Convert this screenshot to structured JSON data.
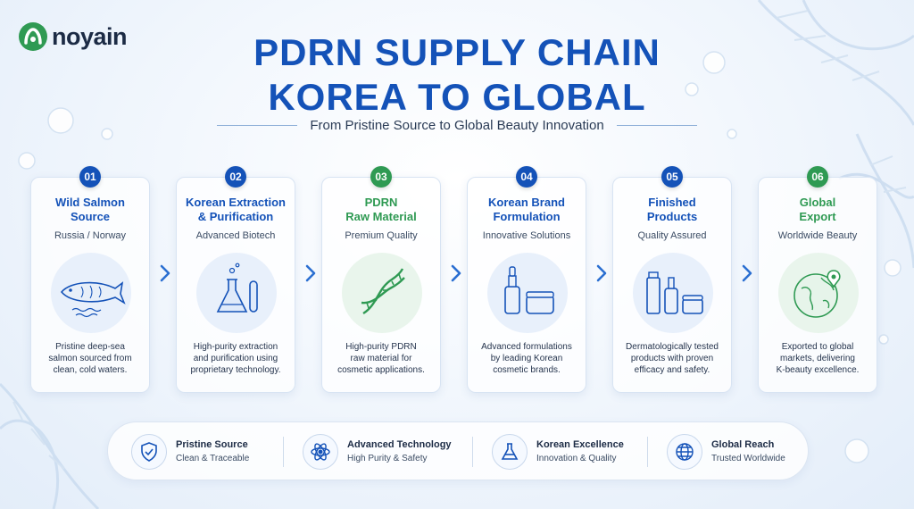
{
  "brand": {
    "name": "noyain"
  },
  "title": {
    "line1": "PDRN SUPPLY CHAIN",
    "line2": "KOREA TO GLOBAL"
  },
  "subtitle": "From Pristine Source to Global Beauty Innovation",
  "colors": {
    "blue": "#1452b8",
    "green": "#2f9a53",
    "dark": "#1c2b45"
  },
  "steps": [
    {
      "number": "01",
      "title1": "Wild Salmon",
      "title2": "Source",
      "subtitle": "Russia / Norway",
      "icon": "salmon-icon",
      "accent": "blue",
      "desc1": "Pristine deep-sea",
      "desc2": "salmon sourced from",
      "desc3": "clean, cold waters."
    },
    {
      "number": "02",
      "title1": "Korean Extraction",
      "title2": "& Purification",
      "subtitle": "Advanced Biotech",
      "icon": "lab-flask-icon",
      "accent": "blue",
      "desc1": "High-purity extraction",
      "desc2": "and purification using",
      "desc3": "proprietary technology."
    },
    {
      "number": "03",
      "title1": "PDRN",
      "title2": "Raw Material",
      "subtitle": "Premium Quality",
      "icon": "dna-icon",
      "accent": "green",
      "desc1": "High-purity PDRN",
      "desc2": "raw material for",
      "desc3": "cosmetic applications."
    },
    {
      "number": "04",
      "title1": "Korean Brand",
      "title2": "Formulation",
      "subtitle": "Innovative Solutions",
      "icon": "serum-jar-icon",
      "accent": "blue",
      "desc1": "Advanced formulations",
      "desc2": "by leading Korean",
      "desc3": "cosmetic brands."
    },
    {
      "number": "05",
      "title1": "Finished",
      "title2": "Products",
      "subtitle": "Quality Assured",
      "icon": "cosmetic-products-icon",
      "accent": "blue",
      "desc1": "Dermatologically tested",
      "desc2": "products with proven",
      "desc3": "efficacy and safety."
    },
    {
      "number": "06",
      "title1": "Global",
      "title2": "Export",
      "subtitle": "Worldwide Beauty",
      "icon": "globe-pin-icon",
      "accent": "green",
      "desc1": "Exported to global",
      "desc2": "markets, delivering",
      "desc3": "K-beauty excellence."
    }
  ],
  "features": [
    {
      "title": "Pristine Source",
      "subtitle": "Clean & Traceable",
      "icon": "shield-check-icon"
    },
    {
      "title": "Advanced Technology",
      "subtitle": "High Purity & Safety",
      "icon": "atom-icon"
    },
    {
      "title": "Korean Excellence",
      "subtitle": "Innovation & Quality",
      "icon": "flask-icon"
    },
    {
      "title": "Global Reach",
      "subtitle": "Trusted Worldwide",
      "icon": "globe-icon"
    }
  ]
}
